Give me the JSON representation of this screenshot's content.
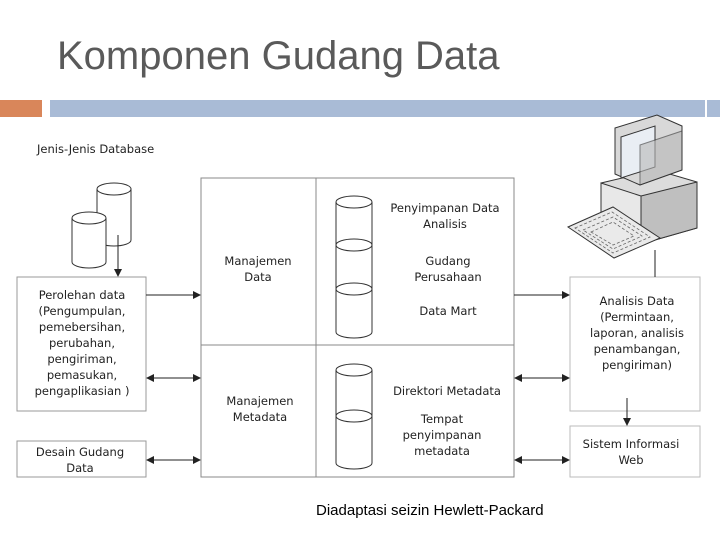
{
  "title": "Komponen Gudang Data",
  "diagram": {
    "db_types_label": "Jenis-Jenis Database",
    "acquisition_lines": [
      "Perolehan data",
      "(Pengumpulan,",
      "pemebersihan,",
      "perubahan,",
      "pengiriman,",
      "pemasukan,",
      "pengaplikasian )"
    ],
    "design_lines": [
      "Desain Gudang",
      "Data"
    ],
    "data_mgmt_lines": [
      "Manajemen",
      "Data"
    ],
    "metadata_mgmt_lines": [
      "Manajemen",
      "Metadata"
    ],
    "analysis_storage_lines": [
      "Penyimpanan Data",
      "Analisis"
    ],
    "enterprise_warehouse_lines": [
      "Gudang",
      "Perusahaan"
    ],
    "data_mart": "Data Mart",
    "metadata_directory": "Direktori Metadata",
    "metadata_storage_lines": [
      "Tempat",
      "penyimpanan",
      "metadata"
    ],
    "data_analysis_lines": [
      "Analisis Data",
      "(Permintaan,",
      "laporan, analisis",
      "penambangan,",
      "pengiriman)"
    ],
    "web_info_lines": [
      "Sistem Informasi",
      "Web"
    ]
  },
  "caption": "Diadaptasi seizin Hewlett-Packard",
  "colors": {
    "title": "#5a5a5a",
    "accent_orange": "#d9865a",
    "accent_blue": "#a9bbd6"
  },
  "icons": [
    "database-cylinder-icon",
    "desktop-computer-icon"
  ]
}
